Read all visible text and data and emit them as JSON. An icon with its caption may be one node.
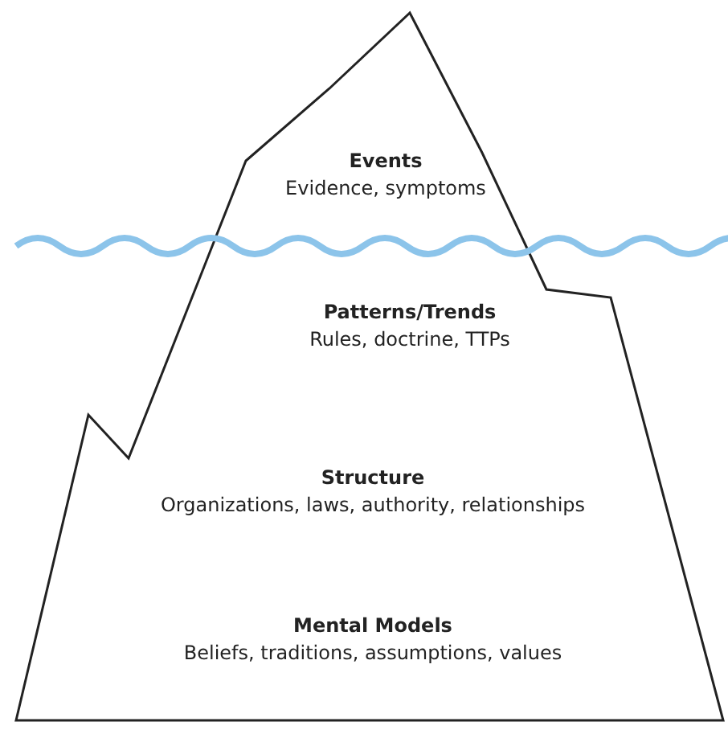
{
  "diagram": {
    "nodes": [
      {
        "text": [
          "Events",
          "Evidence, symptoms"
        ]
      },
      {
        "text": [
          "Patterns/Trends",
          "Rules, doctrine, TTPs"
        ]
      },
      {
        "text": [
          "Structure",
          "Organizations, laws, authority, relationships"
        ]
      },
      {
        "text": [
          "Mental Models",
          "Beliefs, traditions, assumptions, values"
        ]
      }
    ],
    "edges": []
  }
}
